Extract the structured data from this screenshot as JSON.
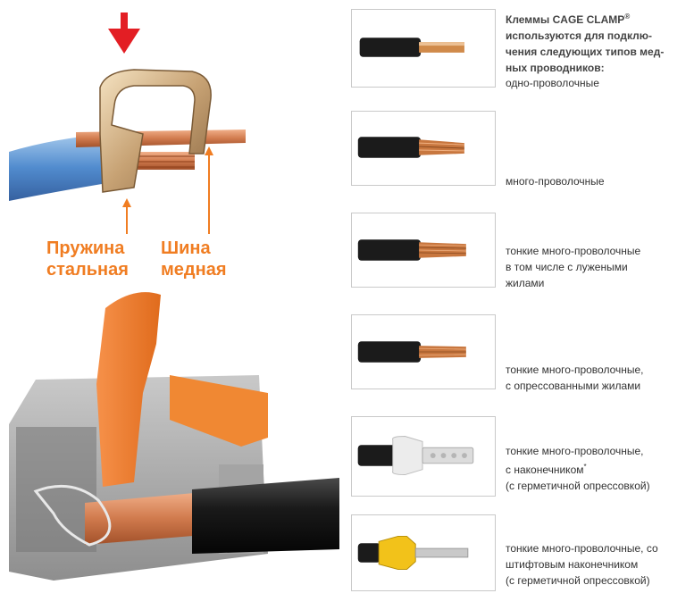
{
  "labels": {
    "spring_line1": "Пружина",
    "spring_line2": "стальная",
    "bus_line1": "Шина",
    "bus_line2": "медная"
  },
  "intro": {
    "line1_main": "Клеммы CAGE CLAMP",
    "line1_sup": "®",
    "line2": "используются для подклю-",
    "line3": "чения следующих типов мед-",
    "line4": "ных проводников:"
  },
  "wire_types": [
    {
      "lines": [
        "одно-проволочные"
      ]
    },
    {
      "lines": [
        "много-проволочные"
      ]
    },
    {
      "lines": [
        "тонкие много-проволочные",
        "в том числе с лужеными",
        "жилами"
      ]
    },
    {
      "lines": [
        "тонкие много-проволочные,",
        "с опрессованными жилами"
      ]
    },
    {
      "lines": [
        "тонкие много-проволочные,",
        "с наконечником",
        "(с герметичной опрессовкой)"
      ],
      "footnote": "*"
    },
    {
      "lines": [
        "тонкие много-проволочные, со",
        "штифтовым наконечником",
        "(с герметичной опрессовкой)"
      ]
    }
  ],
  "colors": {
    "label_orange": "#f07d22",
    "arrow_red": "#e31e24",
    "copper": "#c8773f",
    "insulation_black": "#1b1b1b",
    "ferrule_yellow": "#f2c21a"
  }
}
